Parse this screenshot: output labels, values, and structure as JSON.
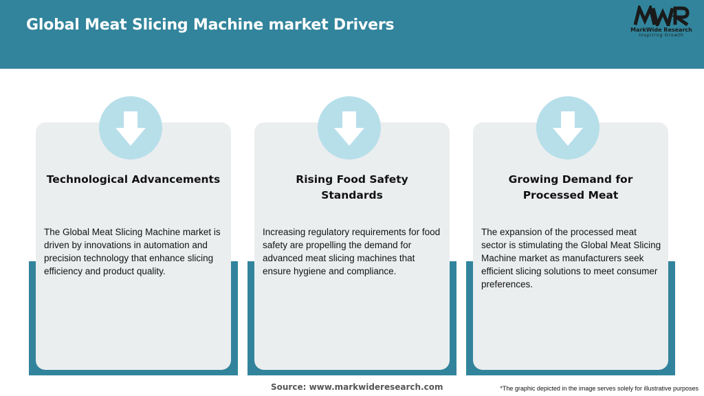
{
  "header": {
    "title": "Global Meat Slicing Machine market Drivers",
    "background_color": "#31849b"
  },
  "logo": {
    "mark": "MWR",
    "name": "MarkWide Research",
    "tagline": "Inspiring Growth"
  },
  "cards": [
    {
      "icon": "down-arrow-icon",
      "title": "Technological Advancements",
      "body": "The Global Meat Slicing Machine market is driven by innovations in automation and precision technology that enhance slicing efficiency and product quality."
    },
    {
      "icon": "down-arrow-icon",
      "title": "Rising Food Safety Standards",
      "body": "Increasing regulatory requirements for food safety are propelling the demand for advanced meat slicing machines that ensure hygiene and compliance."
    },
    {
      "icon": "down-arrow-icon",
      "title": "Growing Demand for Processed Meat",
      "body": "The expansion of the processed meat sector is stimulating the Global Meat Slicing Machine market as manufacturers seek efficient slicing solutions to meet consumer preferences."
    }
  ],
  "colors": {
    "accent": "#31849b",
    "card_bg": "#ebeeef",
    "icon_circle": "#b7dfea"
  },
  "footer": {
    "source": "Source: www.markwideresearch.com",
    "disclaimer": "*The graphic depicted in the image serves solely for illustrative purposes"
  }
}
